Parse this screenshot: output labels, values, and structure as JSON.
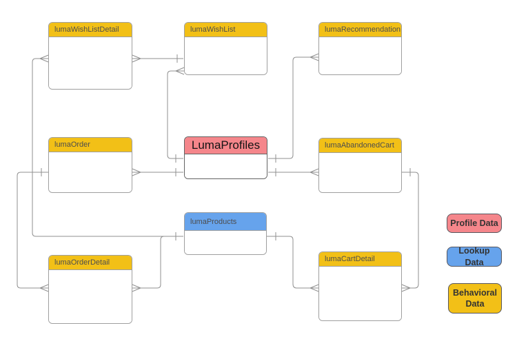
{
  "colors": {
    "profile": "#F5868B",
    "lookup": "#66A3EC",
    "behavioral": "#F2C017",
    "box_border": "#9E9E9E",
    "connector_line": "#8F8F8F",
    "header_text": "#4D4D4D"
  },
  "entities": [
    {
      "label": "lumaWishListDetail",
      "category": "behavioral"
    },
    {
      "label": "lumaWishList",
      "category": "behavioral"
    },
    {
      "label": "lumaRecommendation",
      "category": "behavioral"
    },
    {
      "label": "lumaOrder",
      "category": "behavioral"
    },
    {
      "label": "LumaProfiles",
      "category": "profile"
    },
    {
      "label": "lumaAbandonedCart",
      "category": "behavioral"
    },
    {
      "label": "lumaProducts",
      "category": "lookup"
    },
    {
      "label": "lumaOrderDetail",
      "category": "behavioral"
    },
    {
      "label": "lumaCartDetail",
      "category": "behavioral"
    }
  ],
  "legend": {
    "items": [
      {
        "label": "Profile Data",
        "category": "profile"
      },
      {
        "label": "Lookup Data",
        "category": "lookup"
      },
      {
        "label": "Behavioral Data",
        "category": "behavioral"
      }
    ]
  },
  "relationships": [
    {
      "from": "lumaWishListDetail",
      "to": "lumaWishList",
      "from_cardinality": "many",
      "to_cardinality": "one"
    },
    {
      "from": "lumaWishListDetail",
      "to": "lumaProducts",
      "from_cardinality": "many",
      "to_cardinality": "one"
    },
    {
      "from": "lumaWishList",
      "to": "LumaProfiles",
      "from_cardinality": "many",
      "to_cardinality": "one"
    },
    {
      "from": "lumaOrder",
      "to": "LumaProfiles",
      "from_cardinality": "many",
      "to_cardinality": "one"
    },
    {
      "from": "lumaOrderDetail",
      "to": "lumaOrder",
      "from_cardinality": "many",
      "to_cardinality": "one"
    },
    {
      "from": "lumaOrderDetail",
      "to": "lumaProducts",
      "from_cardinality": "many",
      "to_cardinality": "one"
    },
    {
      "from": "lumaRecommendation",
      "to": "LumaProfiles",
      "from_cardinality": "many",
      "to_cardinality": "one"
    },
    {
      "from": "lumaAbandonedCart",
      "to": "LumaProfiles",
      "from_cardinality": "many",
      "to_cardinality": "one"
    },
    {
      "from": "lumaCartDetail",
      "to": "lumaAbandonedCart",
      "from_cardinality": "many",
      "to_cardinality": "one"
    },
    {
      "from": "lumaCartDetail",
      "to": "lumaProducts",
      "from_cardinality": "many",
      "to_cardinality": "one"
    }
  ]
}
